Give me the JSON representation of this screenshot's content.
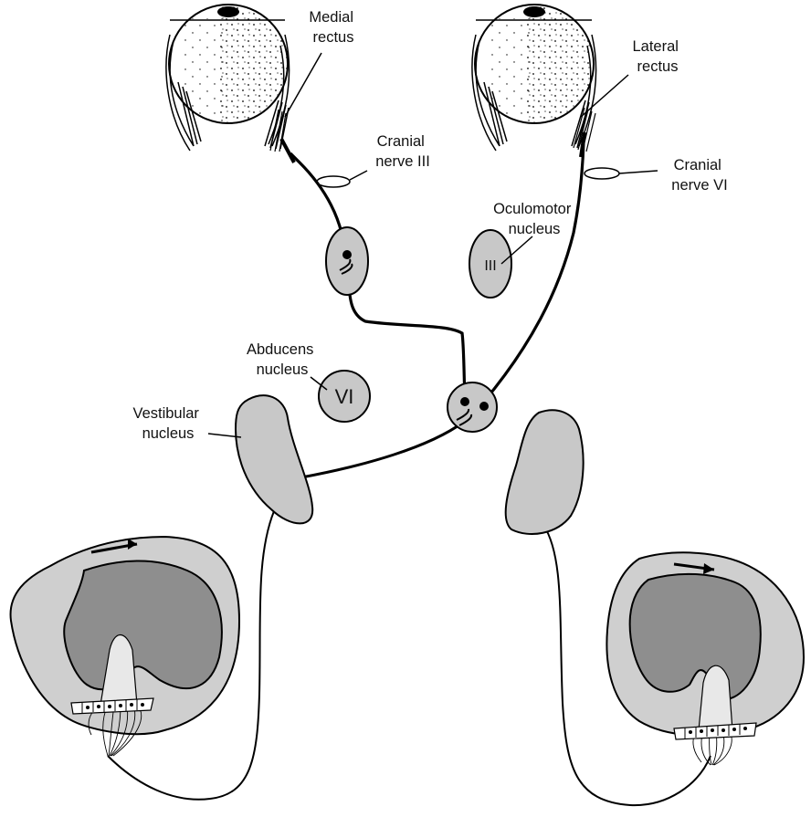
{
  "labels": {
    "medial_rectus": [
      "Medial",
      "rectus"
    ],
    "lateral_rectus": [
      "Lateral",
      "rectus"
    ],
    "cranial_nerve_iii": [
      "Cranial",
      "nerve III"
    ],
    "cranial_nerve_vi": [
      "Cranial",
      "nerve VI"
    ],
    "oculomotor_nucleus": [
      "Oculomotor",
      "nucleus"
    ],
    "abducens_nucleus": [
      "Abducens",
      "nucleus"
    ],
    "vestibular_nucleus": [
      "Vestibular",
      "nucleus"
    ]
  },
  "nucleus_marks": {
    "oculomotor": "III",
    "abducens": "VI"
  },
  "colors": {
    "nucleus_fill": "#c8c8c8",
    "canal_outer": "#cfcfcf",
    "canal_inner": "#8e8e8e",
    "ink": "#000000"
  }
}
